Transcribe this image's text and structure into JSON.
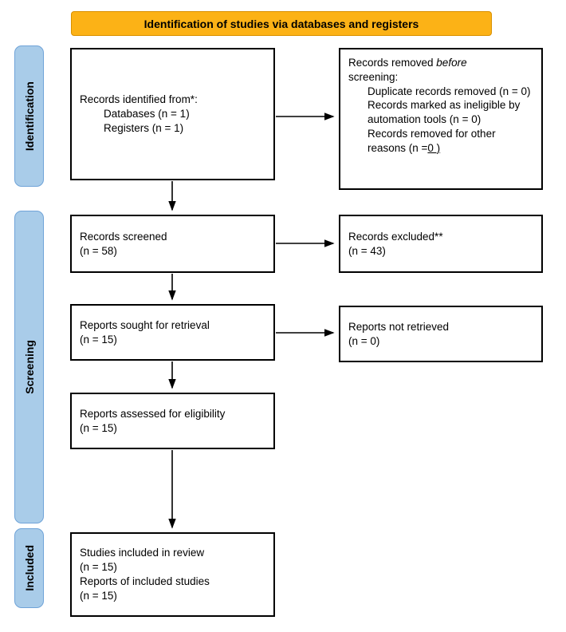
{
  "banner": {
    "title": "Identification of studies via databases and registers"
  },
  "sidebar": {
    "identification": "Identification",
    "screening": "Screening",
    "included": "Included"
  },
  "boxes": {
    "identified": {
      "line1": "Records identified from*:",
      "line2": "Databases (n = 1)",
      "line3": "Registers (n = 1)"
    },
    "removed": {
      "heading_prefix": "Records removed ",
      "heading_italic": "before",
      "heading_line2": "screening:",
      "item1": "Duplicate records removed (n = 0)",
      "item2": "Records marked as ineligible by automation tools (n = 0)",
      "item3_prefix": "Records removed for other reasons (n =",
      "item3_underline": "0 )"
    },
    "screened": {
      "line1": "Records screened",
      "line2": "(n = 58)"
    },
    "excluded": {
      "line1": "Records excluded**",
      "line2": "(n = 43)"
    },
    "sought": {
      "line1": "Reports sought for retrieval",
      "line2": "(n = 15)"
    },
    "not_retrieved": {
      "line1": "Reports not retrieved",
      "line2": "(n = 0)"
    },
    "assessed": {
      "line1": "Reports assessed for eligibility",
      "line2": "(n = 15)"
    },
    "included_studies": {
      "line1": "Studies included in review",
      "line2": "(n = 15)",
      "line3": "Reports of included studies",
      "line4": "(n = 15)"
    }
  },
  "colors": {
    "banner_fill": "#FCB216",
    "banner_border": "#D99000",
    "stage_fill": "#A9CCE9",
    "stage_border": "#6FA3D8",
    "box_border": "#000000",
    "arrow": "#000000"
  }
}
